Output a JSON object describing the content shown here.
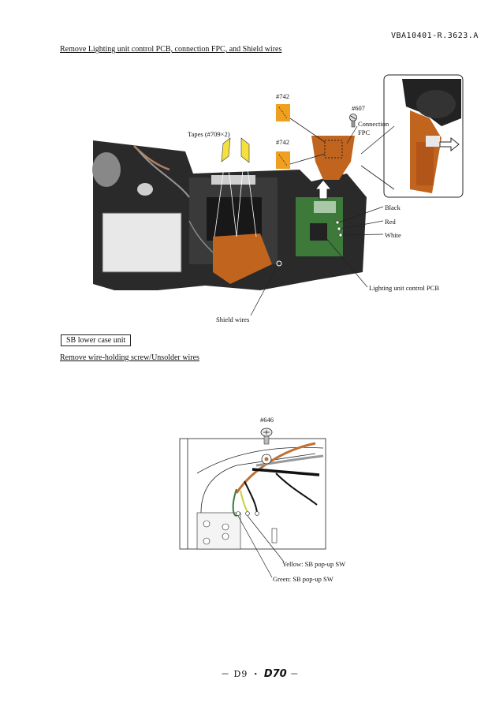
{
  "document_id": "VBA10401-R.3623.A",
  "section1": {
    "heading": "Remove Lighting unit control PCB, connection FPC, and Shield wires",
    "labels": {
      "part742_a": "#742",
      "part742_b": "#742",
      "part607": "#607",
      "connection_fpc": "Connection\nFPC",
      "tapes": "Tapes (#709×2)",
      "black": "Black",
      "red": "Red",
      "white": "White",
      "lighting_pcb": "Lighting unit control PCB",
      "shield_wires": "Shield wires"
    }
  },
  "unit_box": "SB lower case unit",
  "section2": {
    "heading": "Remove wire-holding screw/Unsolder wires",
    "labels": {
      "part646": "#646",
      "yellow": "Yellow: SB pop-up SW",
      "green": "Green: SB pop-up SW"
    }
  },
  "footer": {
    "page": "－ D9 ・",
    "model": "D70",
    "end": "－"
  },
  "colors": {
    "tape": "#f0a020",
    "fpc": "#c0641e",
    "pcb_green": "#3d7a3a",
    "body": "#2a2a2a"
  }
}
